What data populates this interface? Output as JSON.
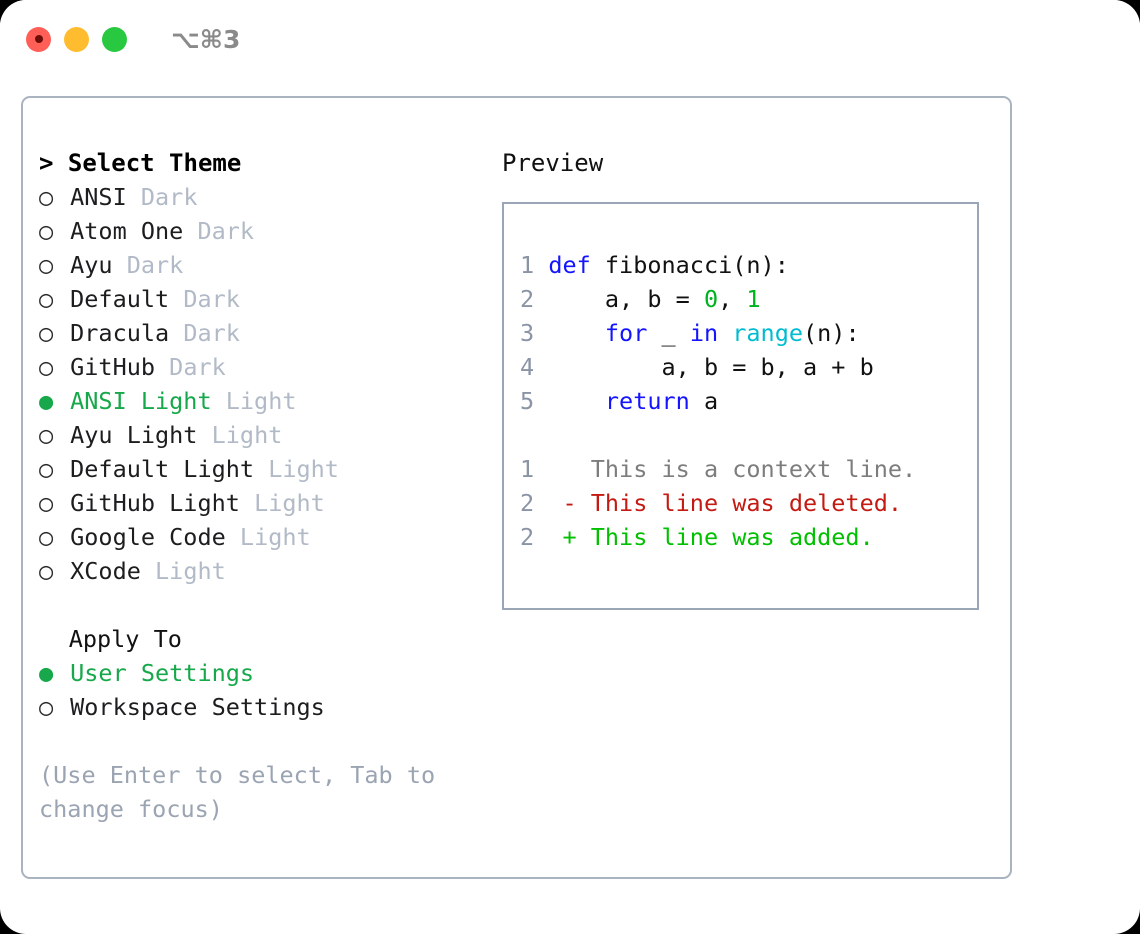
{
  "titlebar": {
    "shortcut": "⌥⌘3",
    "lights": [
      {
        "name": "close",
        "color": "#ff5f57"
      },
      {
        "name": "minimize",
        "color": "#febc2e"
      },
      {
        "name": "maximize",
        "color": "#28c840"
      }
    ]
  },
  "theme_picker": {
    "heading": "> Select Theme",
    "selected_marker": "●",
    "unselected_marker": "○",
    "items": [
      {
        "marker": "○",
        "name": "ANSI",
        "variant": "Dark",
        "selected": false
      },
      {
        "marker": "○",
        "name": "Atom One",
        "variant": "Dark",
        "selected": false
      },
      {
        "marker": "○",
        "name": "Ayu",
        "variant": "Dark",
        "selected": false
      },
      {
        "marker": "○",
        "name": "Default",
        "variant": "Dark",
        "selected": false
      },
      {
        "marker": "○",
        "name": "Dracula",
        "variant": "Dark",
        "selected": false
      },
      {
        "marker": "○",
        "name": "GitHub",
        "variant": "Dark",
        "selected": false
      },
      {
        "marker": "●",
        "name": "ANSI Light",
        "variant": "Light",
        "selected": true
      },
      {
        "marker": "○",
        "name": "Ayu Light",
        "variant": "Light",
        "selected": false
      },
      {
        "marker": "○",
        "name": "Default Light",
        "variant": "Light",
        "selected": false
      },
      {
        "marker": "○",
        "name": "GitHub Light",
        "variant": "Light",
        "selected": false
      },
      {
        "marker": "○",
        "name": "Google Code",
        "variant": "Light",
        "selected": false
      },
      {
        "marker": "○",
        "name": "XCode",
        "variant": "Light",
        "selected": false
      }
    ]
  },
  "apply_to": {
    "label": "Apply To",
    "items": [
      {
        "marker": "●",
        "name": "User Settings",
        "selected": true
      },
      {
        "marker": "○",
        "name": "Workspace Settings",
        "selected": false
      }
    ]
  },
  "hint": "(Use Enter to select, Tab to change focus)",
  "preview": {
    "title": "Preview",
    "code_lines": [
      {
        "no": "1",
        "tokens": [
          {
            "t": "def",
            "c": "kw"
          },
          {
            "t": " fibonacci(n):",
            "c": "id"
          }
        ]
      },
      {
        "no": "2",
        "tokens": [
          {
            "t": "    a, b = ",
            "c": "id"
          },
          {
            "t": "0",
            "c": "num"
          },
          {
            "t": ", ",
            "c": "id"
          },
          {
            "t": "1",
            "c": "num"
          }
        ]
      },
      {
        "no": "3",
        "tokens": [
          {
            "t": "    ",
            "c": "id"
          },
          {
            "t": "for",
            "c": "kw"
          },
          {
            "t": " _ ",
            "c": "id"
          },
          {
            "t": "in",
            "c": "kw"
          },
          {
            "t": " ",
            "c": "id"
          },
          {
            "t": "range",
            "c": "fn"
          },
          {
            "t": "(n):",
            "c": "id"
          }
        ]
      },
      {
        "no": "4",
        "tokens": [
          {
            "t": "        a, b = b, a + b",
            "c": "id"
          }
        ]
      },
      {
        "no": "5",
        "tokens": [
          {
            "t": "    ",
            "c": "id"
          },
          {
            "t": "return",
            "c": "kw"
          },
          {
            "t": " a",
            "c": "id"
          }
        ]
      }
    ],
    "diff_lines": [
      {
        "no": "1",
        "marker": " ",
        "text": "This is a context line.",
        "kind": "ctx"
      },
      {
        "no": "2",
        "marker": "-",
        "text": "This line was deleted.",
        "kind": "del"
      },
      {
        "no": "2",
        "marker": "+",
        "text": "This line was added.",
        "kind": "add"
      }
    ]
  },
  "colors": {
    "accent_green": "#16a84a",
    "muted": "#b2bac7",
    "hint": "#9ba4b2",
    "border": "#aab3c0",
    "preview_border": "#9aa5b5",
    "keyword": "#1414ff",
    "number": "#00b21e",
    "function": "#00bcd0",
    "line_number": "#8a94a6",
    "diff_del": "#c41a12",
    "diff_add": "#00c000",
    "diff_ctx": "#7d7d7d"
  }
}
